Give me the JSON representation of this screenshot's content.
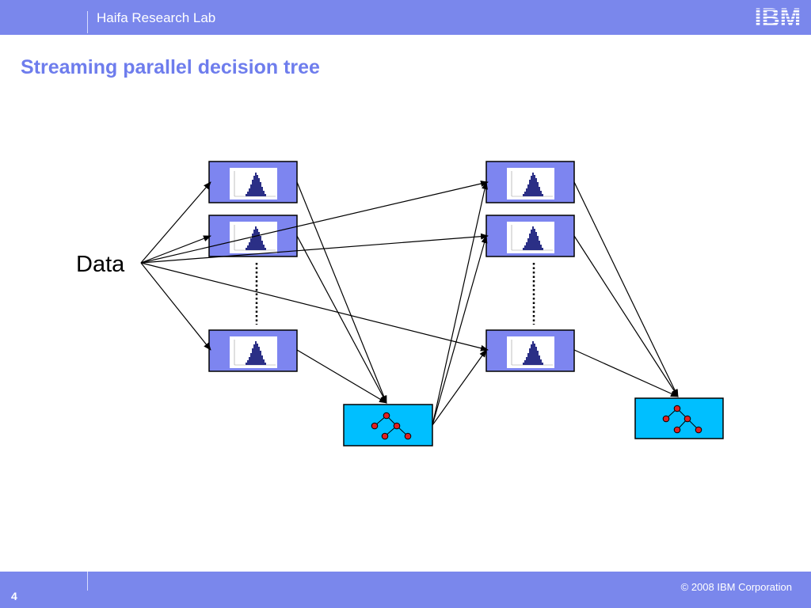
{
  "header": {
    "lab_name": "Haifa Research Lab",
    "logo_text": "IBM"
  },
  "slide": {
    "title": "Streaming parallel decision tree"
  },
  "diagram": {
    "data_label": "Data",
    "histogram_panel_count": 6,
    "tree_panel_count": 2,
    "colors": {
      "histogram_panel": "#7D85F0",
      "tree_panel": "#00BFFF",
      "tree_node": "#E02020",
      "histogram_bars": "#2B2F86"
    }
  },
  "footer": {
    "page_number": "4",
    "copyright": "© 2008 IBM Corporation"
  }
}
